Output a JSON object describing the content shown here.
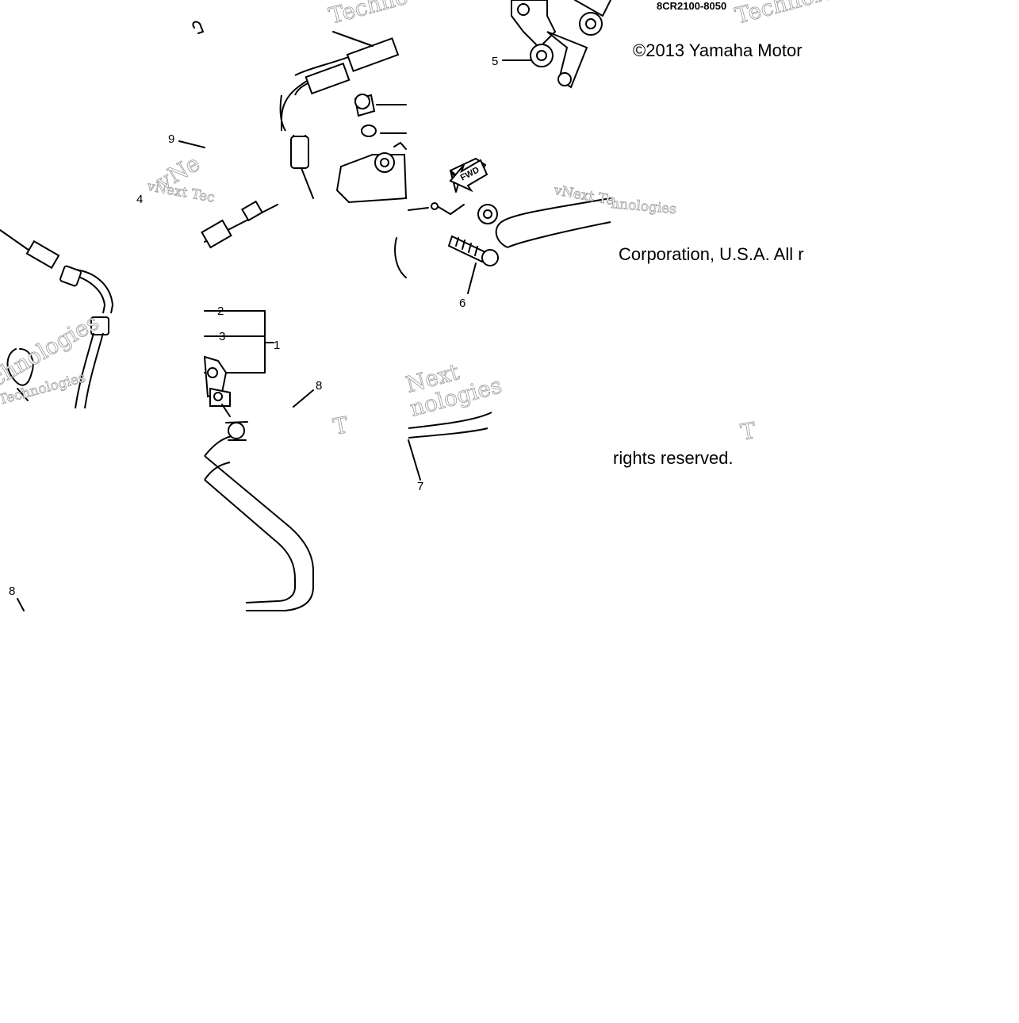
{
  "diagram": {
    "code": "8CR2100-8050",
    "copyright_lines": [
      "©2013 Yamaha Motor",
      "Corporation, U.S.A. All r",
      "rights reserved."
    ],
    "fwd_label": "FWD",
    "callouts": [
      "9",
      "4",
      "5",
      "6",
      "2",
      "3",
      "1",
      "8",
      "7",
      "8"
    ],
    "watermarks": [
      "Techno",
      "Technolo",
      "vNext Tec",
      "vNext Te",
      "hnologies",
      "Next",
      "nologies",
      "vNe",
      "T",
      "T",
      "Technologies",
      "chnologies"
    ]
  }
}
